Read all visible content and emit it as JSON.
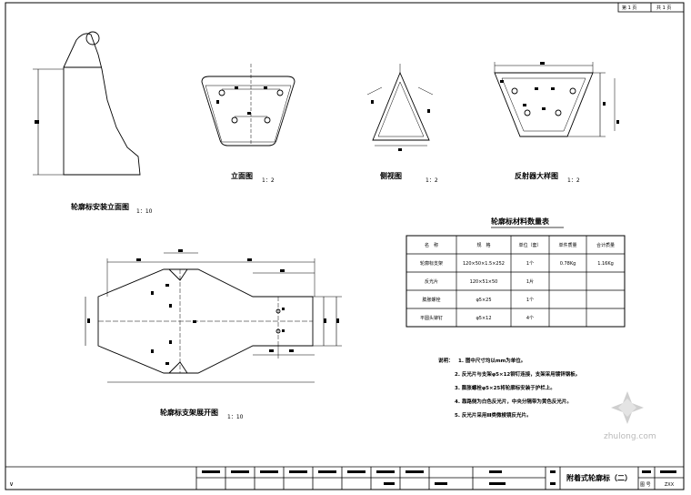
{
  "sheet": {
    "page_label": "第 1 页",
    "total_label": "共 1 页"
  },
  "views": {
    "install_elevation": {
      "caption": "轮廓标安装立面图",
      "scale": "1：10"
    },
    "front_view": {
      "caption": "立面图",
      "scale": "1：2"
    },
    "side_view": {
      "caption": "侧视图",
      "scale": "1：2"
    },
    "reflector_detail": {
      "caption": "反射器大样图",
      "scale": "1：2"
    },
    "bracket_unfold": {
      "caption": "轮廓标支架展开图",
      "scale": "1：10"
    }
  },
  "quantity_table": {
    "title": "轮廓标材料数量表",
    "headers": [
      "名　称",
      "规　格",
      "单位（套）",
      "单件质量",
      "合计质量"
    ],
    "rows": [
      [
        "轮廓标支架",
        "120×50×1.5×252",
        "1个",
        "0.78Kg",
        "1.16Kg"
      ],
      [
        "反光片",
        "120×51×50",
        "1片",
        "",
        ""
      ],
      [
        "膨胀螺栓",
        "φ5×25",
        "1个",
        "",
        ""
      ],
      [
        "平圆头铆钉",
        "φ5×12",
        "4个",
        "",
        ""
      ]
    ]
  },
  "notes": {
    "heading": "说明：",
    "items": [
      "1. 图中尺寸均以mm为单位。",
      "2. 反光片与支架φ5×12铆钉连接，支架采用镀锌钢板。",
      "3. 膨胀螺栓φ5×25将轮廓标安装于护栏上。",
      "4. 靠路侧为白色反光片，中央分隔带为黄色反光片。",
      "5. 反光片采用Ⅲ类微棱镜反光片。"
    ]
  },
  "title_block": {
    "drawing_title": "附着式轮廓标（二）",
    "drawing_no_label": "图 号",
    "drawing_no": "ZXX"
  },
  "watermark": "zhulong.com"
}
